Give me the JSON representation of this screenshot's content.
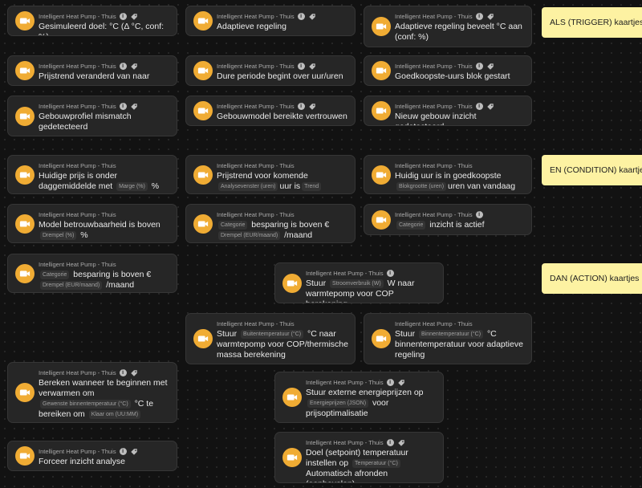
{
  "app_name": "Intelligent Heat Pump - Thuis",
  "labels": {
    "trigger": "ALS (TRIGGER) kaartjes",
    "condition": "EN (CONDITION) kaartjes",
    "action": "DAN (ACTION) kaartjes"
  },
  "cards": {
    "c1": "Gesimuleerd doel: °C (Δ °C, conf: %)",
    "c2": "Adaptieve regeling",
    "c3": "Adaptieve regeling beveelt °C aan (conf: %)",
    "c4": "Prijstrend veranderd van naar",
    "c5": "Dure periode begint over uur/uren",
    "c6": "Goedkoopste-uurs blok gestart",
    "c7": "Gebouwprofiel mismatch gedetecteerd",
    "c8": "Gebouwmodel bereikte vertrouwen",
    "c9": "Nieuw gebouw inzicht gedetecteerd",
    "c10": {
      "t1": "Huidige prijs is onder daggemiddelde met",
      "chip1": "Marge (%)",
      "t2": "%"
    },
    "c11": {
      "t1": "Prijstrend voor komende",
      "chip1": "Analysevenster (uren)",
      "t2": "uur is",
      "chip2": "Trend"
    },
    "c12": {
      "t1": "Huidig uur is in goedkoopste",
      "chip1": "Blokgrootte (uren)",
      "t2": "uren van vandaag"
    },
    "c13": {
      "t1": "Model betrouwbaarheid is boven",
      "chip1": "Drempel (%)",
      "t2": "%"
    },
    "c14": {
      "chip1": "Categorie",
      "t1": "besparing is boven €",
      "chip2": "Drempel (EUR/maand)",
      "t2": "/maand"
    },
    "c15": {
      "chip1": "Categorie",
      "t1": "inzicht is actief"
    },
    "c16": {
      "chip1": "Categorie",
      "t1": "besparing is boven €",
      "chip2": "Drempel (EUR/maand)",
      "t2": "/maand"
    },
    "c17": {
      "t1": "Stuur",
      "chip1": "Stroomverbruik (W)",
      "t2": "W naar warmtepomp voor COP berekening"
    },
    "c18": {
      "t1": "Stuur",
      "chip1": "Buitentemperatuur (°C)",
      "t2": "°C naar warmtepomp voor COP/thermische massa berekening"
    },
    "c19": {
      "t1": "Stuur",
      "chip1": "Binnentemperatuur (°C)",
      "t2": "°C binnentemperatuur voor adaptieve regeling"
    },
    "c20": {
      "t1": "Bereken wanneer te beginnen met verwarmen om",
      "chip1": "Gewenste binnentemperatuur (°C)",
      "t2": "°C te bereiken om",
      "chip2": "Klaar om (UU:MM)"
    },
    "c21": {
      "t1": "Stuur externe energieprijzen op",
      "chip1": "Energieprijzen (JSON)",
      "t2": "voor prijsoptimalisatie"
    },
    "c22": "Forceer inzicht analyse",
    "c23": {
      "t1": "Doel (setpoint) temperatuur instellen op",
      "chip1": "Temperatuur (°C)",
      "t2": "Automatisch afronden (aanbevolen)"
    }
  },
  "colors": {
    "accent": "#f0ac34",
    "label_bg": "#fdf2a2",
    "card_bg": "#262626"
  },
  "icons": {
    "card_icon": "video-camera-icon",
    "info": "info-icon",
    "tag": "tag-icon"
  }
}
